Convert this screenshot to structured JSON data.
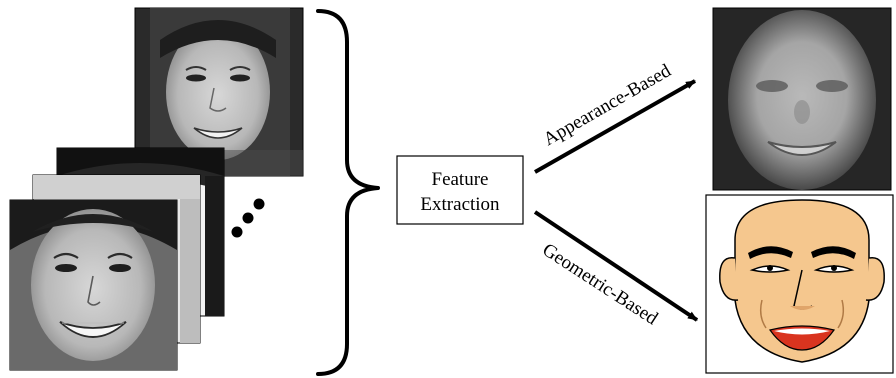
{
  "diagram": {
    "process_box": {
      "line1": "Feature",
      "line2": "Extraction"
    },
    "branches": {
      "appearance": "Appearance-Based",
      "geometric": "Geometric-Based"
    },
    "ellipsis": "...",
    "colors": {
      "photo_dark": "#1c1c1c",
      "photo_mid": "#7a7a7a",
      "photo_light": "#cfcfcf",
      "blur_face": "#9a9a9a",
      "cartoon_skin": "#f5c78e",
      "cartoon_lips": "#d9341f",
      "arrow": "#000000"
    },
    "icons": {
      "input_faces": "grayscale-face-photo",
      "mean_face": "blurred-average-face",
      "cartoon_face": "cartoon-geometric-face"
    }
  }
}
